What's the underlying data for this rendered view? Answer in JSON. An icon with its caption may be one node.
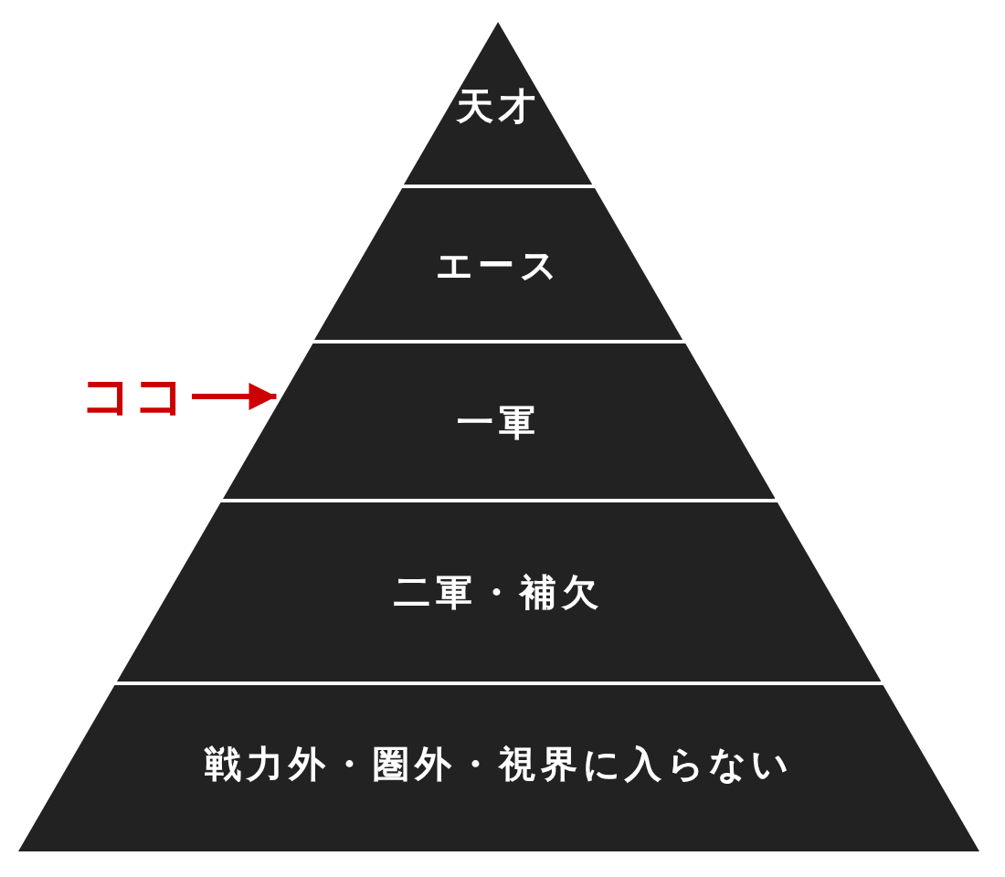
{
  "diagram": {
    "nodes": [
      {
        "text": [
          "天才"
        ]
      },
      {
        "text": [
          "エース"
        ]
      },
      {
        "text": [
          "一軍"
        ]
      },
      {
        "text": [
          "二軍・補欠"
        ]
      },
      {
        "text": [
          "戦力外・圏外・視界に入らない"
        ]
      },
      {
        "text": [
          "ココ"
        ]
      }
    ],
    "edges": [
      {
        "from": 5,
        "to": 2,
        "arrow": "to",
        "color": "#cc0000"
      }
    ]
  }
}
